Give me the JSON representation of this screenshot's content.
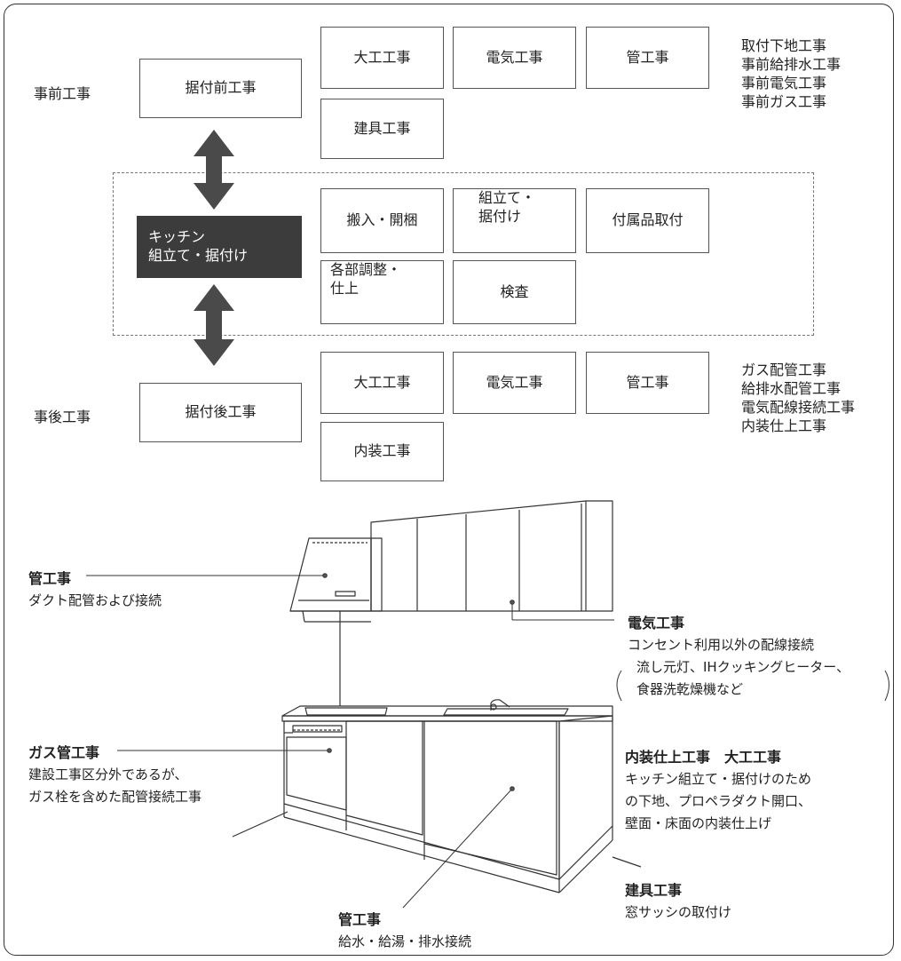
{
  "pre_work": {
    "stage_label": "事前工事",
    "main_box": "据付前工事",
    "boxes": [
      "大工工事",
      "電気工事",
      "管工事",
      "建具工事"
    ],
    "list": [
      "取付下地工事",
      "事前給排水工事",
      "事前電気工事",
      "事前ガス工事"
    ]
  },
  "kitchen": {
    "main_line1": "キッチン",
    "main_line2": "組立て・据付け",
    "boxes": {
      "carry_in": "搬入・開梱",
      "assembly_line1": "組立て・",
      "assembly_line2": "据付け",
      "accessories": "付属品取付",
      "adjust_line1": "各部調整・",
      "adjust_line2": "仕上",
      "inspection": "検査"
    }
  },
  "post_work": {
    "stage_label": "事後工事",
    "main_box": "据付後工事",
    "boxes": [
      "大工工事",
      "電気工事",
      "管工事",
      "内装工事"
    ],
    "list": [
      "ガス配管工事",
      "給排水配管工事",
      "電気配線接続工事",
      "内装仕上工事"
    ]
  },
  "callouts": {
    "duct": {
      "title": "管工事",
      "text": "ダクト配管および接続"
    },
    "electrical": {
      "title": "電気工事",
      "line1": "コンセント利用以外の配線接続",
      "line2": "流し元灯、IHクッキングヒーター、",
      "line3": "食器洗乾燥機など"
    },
    "gas": {
      "title": "ガス管工事",
      "line1": "建設工事区分外であるが、",
      "line2": "ガス栓を含めた配管接続工事"
    },
    "interior": {
      "title": "内装仕上工事　大工工事",
      "line1": "キッチン組立て・据付けのため",
      "line2": "の下地、プロペラダクト開口、",
      "line3": "壁面・床面の内装仕上げ"
    },
    "plumbing": {
      "title": "管工事",
      "text": "給水・給湯・排水接続"
    },
    "fittings": {
      "title": "建具工事",
      "text": "窓サッシの取付け"
    }
  },
  "colors": {
    "dark_box": "#3c3c3c",
    "arrow": "#4a4a4a",
    "line": "#333333"
  }
}
